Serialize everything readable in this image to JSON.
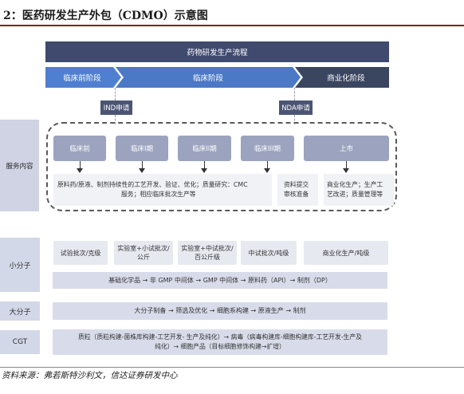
{
  "figure_title": "2：医药研发生产外包（CDMO）示意图",
  "banner": "药物研发生产流程",
  "stages": [
    "临床前阶段",
    "临床阶段",
    "商业化阶段"
  ],
  "applications": [
    "IND申请",
    "NDA申请"
  ],
  "sections": {
    "services": "服务内容",
    "small_molecule": "小分子",
    "large_molecule": "大分子",
    "cgt": "CGT"
  },
  "phases": [
    "临床前",
    "临床I期",
    "临床II期",
    "临床III期",
    "上市"
  ],
  "service_desc": {
    "main_line1": "原料药/原液、制剂持续性的工艺开发、验证、优化；质量研究：CMC",
    "main_line2": "服务；相应临床批次生产等",
    "nda_line1": "资料提交",
    "nda_line2": "审核准备",
    "commercial_line1": "商业化生产；生产工",
    "commercial_line2": "艺改进；质量管理等"
  },
  "small_molecule_boxes": [
    {
      "line1": "试验批次/克级",
      "line2": ""
    },
    {
      "line1": "实验室+小试批次/",
      "line2": "公斤"
    },
    {
      "line1": "实验室+中试批次/",
      "line2": "百公斤级"
    },
    {
      "line1": "中试批次/吨级",
      "line2": ""
    },
    {
      "line1": "商业化生产/吨级",
      "line2": ""
    }
  ],
  "small_molecule_chain": "基础化学品 → 非 GMP 中间体 → GMP 中间体 → 原料药（API）→ 制剂（DP）",
  "large_molecule_chain": "大分子制备 → 筛选及优化 → 细胞系构建 → 原液生产 → 制剂",
  "cgt_line1": "质粒（质粒构建-菌株库构建-工艺开发- 生产及纯化）→ 病毒（病毒构建库-细胞构建库-工艺开发-生产及",
  "cgt_line2": "纯化）→ 细胞产品（目标细胞修饰构建→扩增）",
  "source": "资料来源：弗若斯特沙利文，信达证券研发中心"
}
